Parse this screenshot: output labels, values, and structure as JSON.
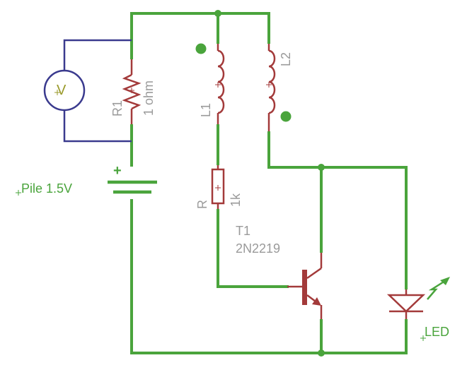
{
  "components": {
    "voltmeter": {
      "label": "V"
    },
    "r1": {
      "name": "R1",
      "value": "1 ohm"
    },
    "l1": {
      "name": "L1"
    },
    "l2": {
      "name": "L2"
    },
    "battery": {
      "label": "Pile 1.5V",
      "polarity": "+"
    },
    "resistor_r": {
      "name": "R",
      "value": "1k"
    },
    "transistor": {
      "name": "T1",
      "model": "2N2219"
    },
    "led": {
      "label": "LED"
    }
  },
  "colors": {
    "wire": "#4aa43c",
    "component": "#a33a3a",
    "meter": "#3a3a8e",
    "text_grey": "#9a9a9a",
    "label_green": "#4aa43c",
    "meter_text": "#9a9a2a"
  }
}
